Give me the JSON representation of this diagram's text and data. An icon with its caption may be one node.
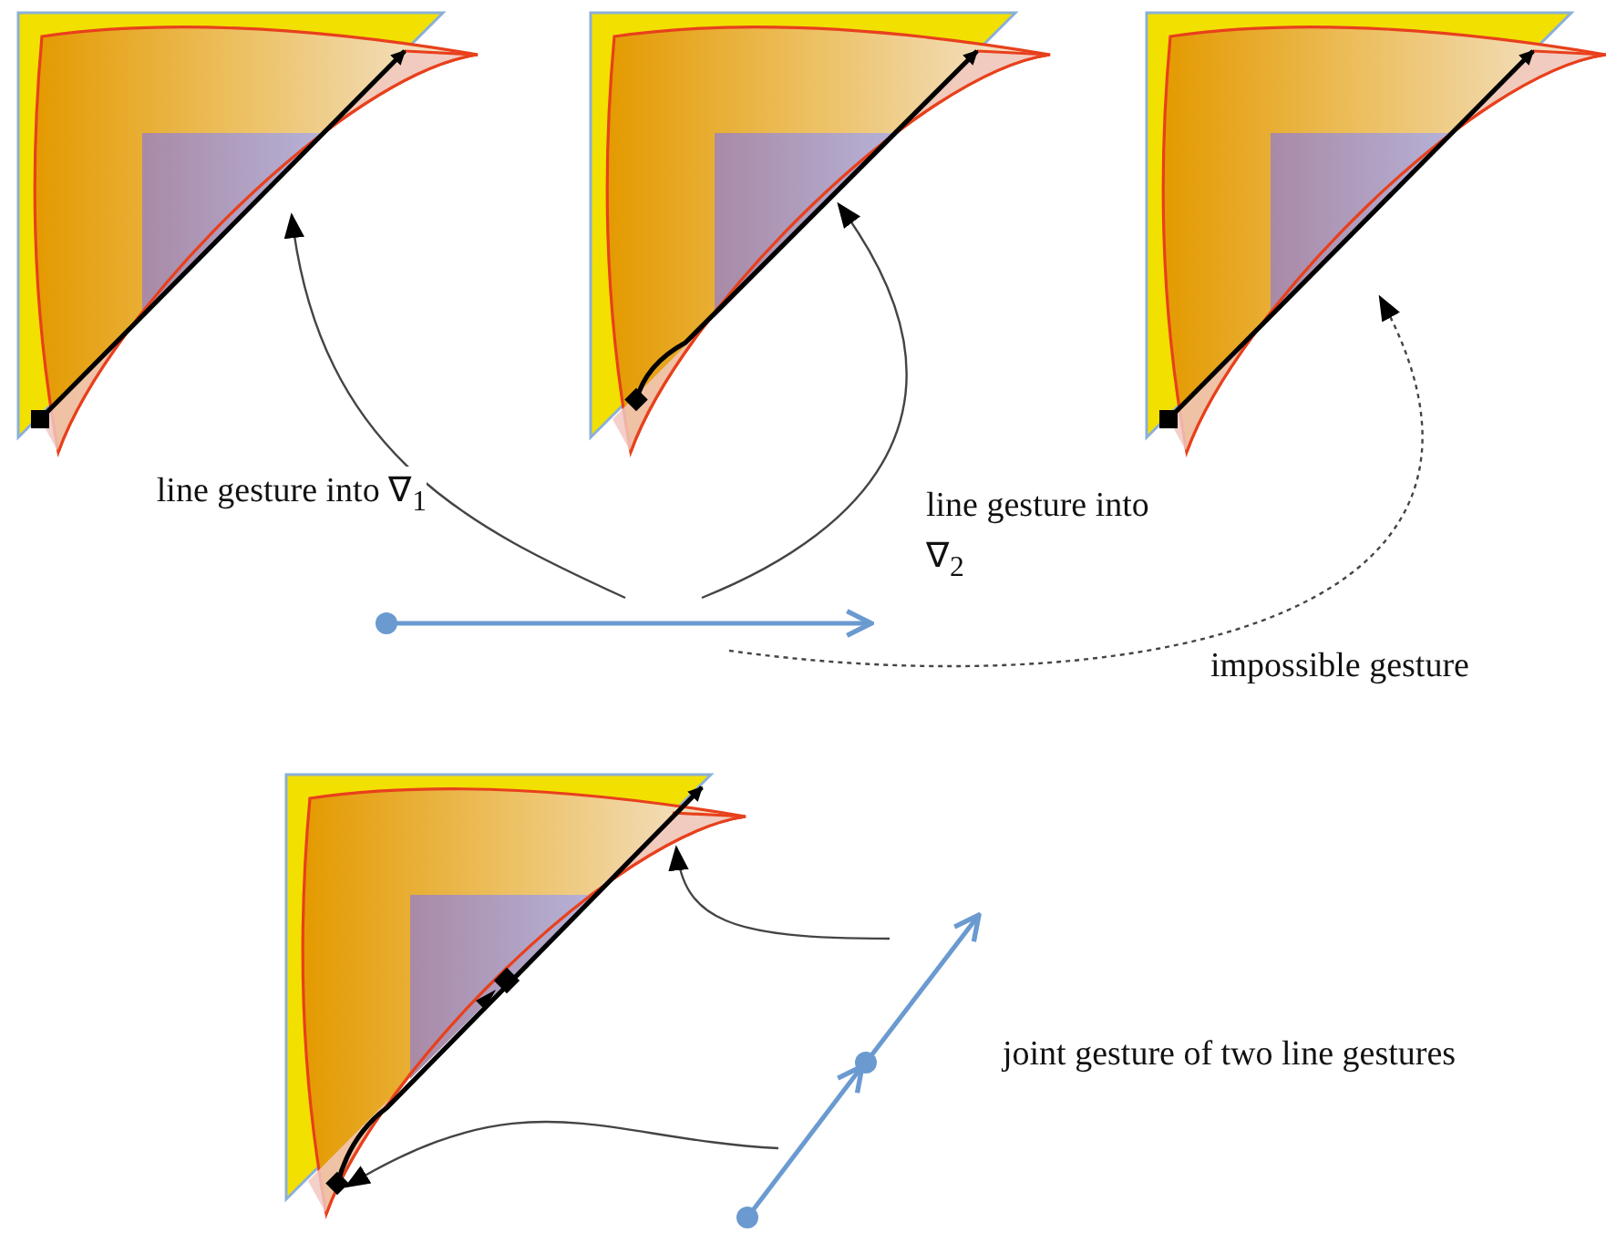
{
  "diagram": {
    "nodes": [
      {
        "text": [],
        "shape": "picture"
      },
      {
        "text": [],
        "shape": "picture"
      },
      {
        "text": [],
        "shape": "picture"
      },
      {
        "text": [],
        "shape": "picture"
      },
      {
        "text": [],
        "shape": "picture"
      },
      {
        "text": [],
        "shape": "picture",
        "beside": [
          "joint gesture of two line gestures"
        ]
      }
    ],
    "edges": [
      {
        "from": 3,
        "to": 0,
        "arrow": "to",
        "label": "line gesture into ∇$_{1}$"
      },
      {
        "from": 3,
        "to": 1,
        "arrow": "to",
        "label": "line gesture into ∇$_{2}$"
      },
      {
        "from": 3,
        "to": 2,
        "arrow": "to",
        "style": "dashed",
        "label": "impossible gesture"
      },
      {
        "from": 5,
        "to": 4,
        "arrow": "to"
      },
      {
        "from": 5,
        "to": 4,
        "arrow": "to"
      }
    ]
  }
}
